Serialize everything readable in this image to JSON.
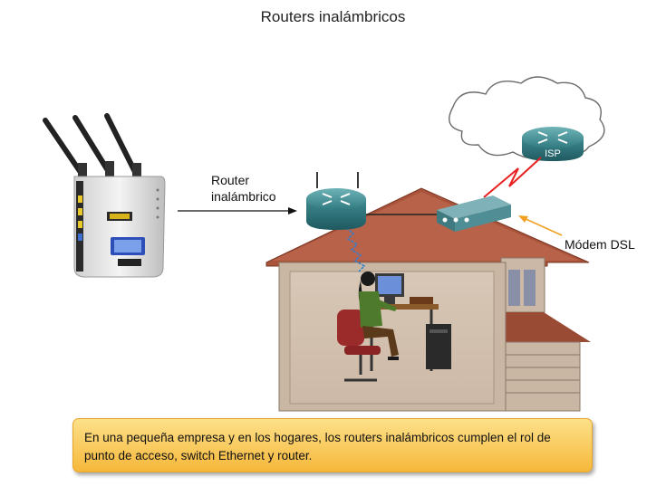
{
  "title": "Routers inalámbricos",
  "labels": {
    "router_line1": "Router",
    "router_line2": "inalámbrico",
    "modem": "Módem DSL",
    "isp": "ISP"
  },
  "caption": "En una pequeña empresa y en los hogares, los routers inalámbricos cumplen el rol de punto de acceso, switch Ethernet y router.",
  "icons": [
    "wireless-router-device-icon",
    "router-icon",
    "cloud-icon",
    "isp-router-icon",
    "dsl-modem-icon",
    "house-icon",
    "person-at-computer-icon"
  ],
  "colors": {
    "router_teal": "#3f8f94",
    "wan_link": "#e8201f",
    "wireless_link": "#2f7fd0",
    "modem_arrow": "#f0a020",
    "caption_bg": "#f8c64d",
    "roof": "#a8533a"
  }
}
